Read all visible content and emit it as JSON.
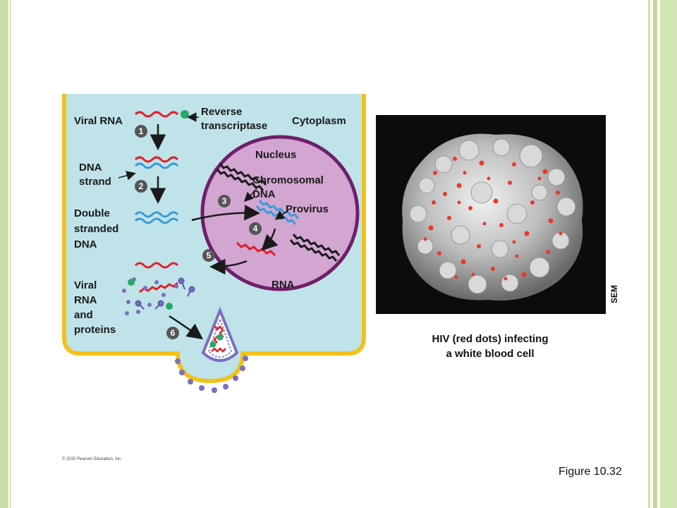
{
  "labels": {
    "viral_rna": "Viral RNA",
    "reverse_transcriptase_1": "Reverse",
    "reverse_transcriptase_2": "transcriptase",
    "cytoplasm": "Cytoplasm",
    "nucleus": "Nucleus",
    "dna_strand_1": "DNA",
    "dna_strand_2": "strand",
    "chromosomal_dna_1": "Chromosomal",
    "chromosomal_dna_2": "DNA",
    "provirus": "Provirus",
    "double_stranded_1": "Double",
    "double_stranded_2": "stranded",
    "double_stranded_3": "DNA",
    "rna": "RNA",
    "viral_rna_proteins_1": "Viral",
    "viral_rna_proteins_2": "RNA",
    "viral_rna_proteins_3": "and",
    "viral_rna_proteins_4": "proteins"
  },
  "steps": [
    "1",
    "2",
    "3",
    "4",
    "5",
    "6"
  ],
  "caption_line1": "HIV (red dots) infecting",
  "caption_line2": "a white blood cell",
  "sem": "SEM",
  "copyright": "© 2010 Pearson Education, Inc.",
  "figure": "Figure 10.32",
  "colors": {
    "cytoplasm": "#bfe3e8",
    "membrane": "#f2c21a",
    "nucleus_fill": "#d2a6d0",
    "nucleus_border": "#6e1f6a",
    "rna": "#e0202c",
    "dna_blue": "#3a9ad9",
    "chromosomal": "#1a1a1a",
    "step_circle": "#555555"
  }
}
